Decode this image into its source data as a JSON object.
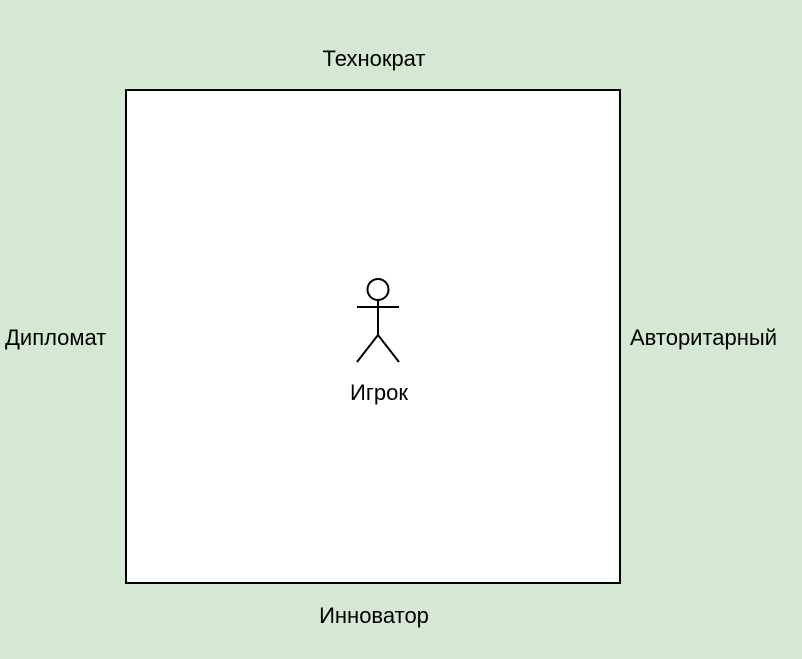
{
  "diagram": {
    "top_label": "Технократ",
    "bottom_label": "Инноватор",
    "left_label": "Дипломат",
    "right_label": "Авторитарный",
    "actor_label": "Игрок"
  },
  "colors": {
    "background": "#d5e8d4",
    "square_fill": "#ffffff",
    "stroke": "#000000"
  },
  "icons": {
    "actor": "stick-figure-icon"
  }
}
